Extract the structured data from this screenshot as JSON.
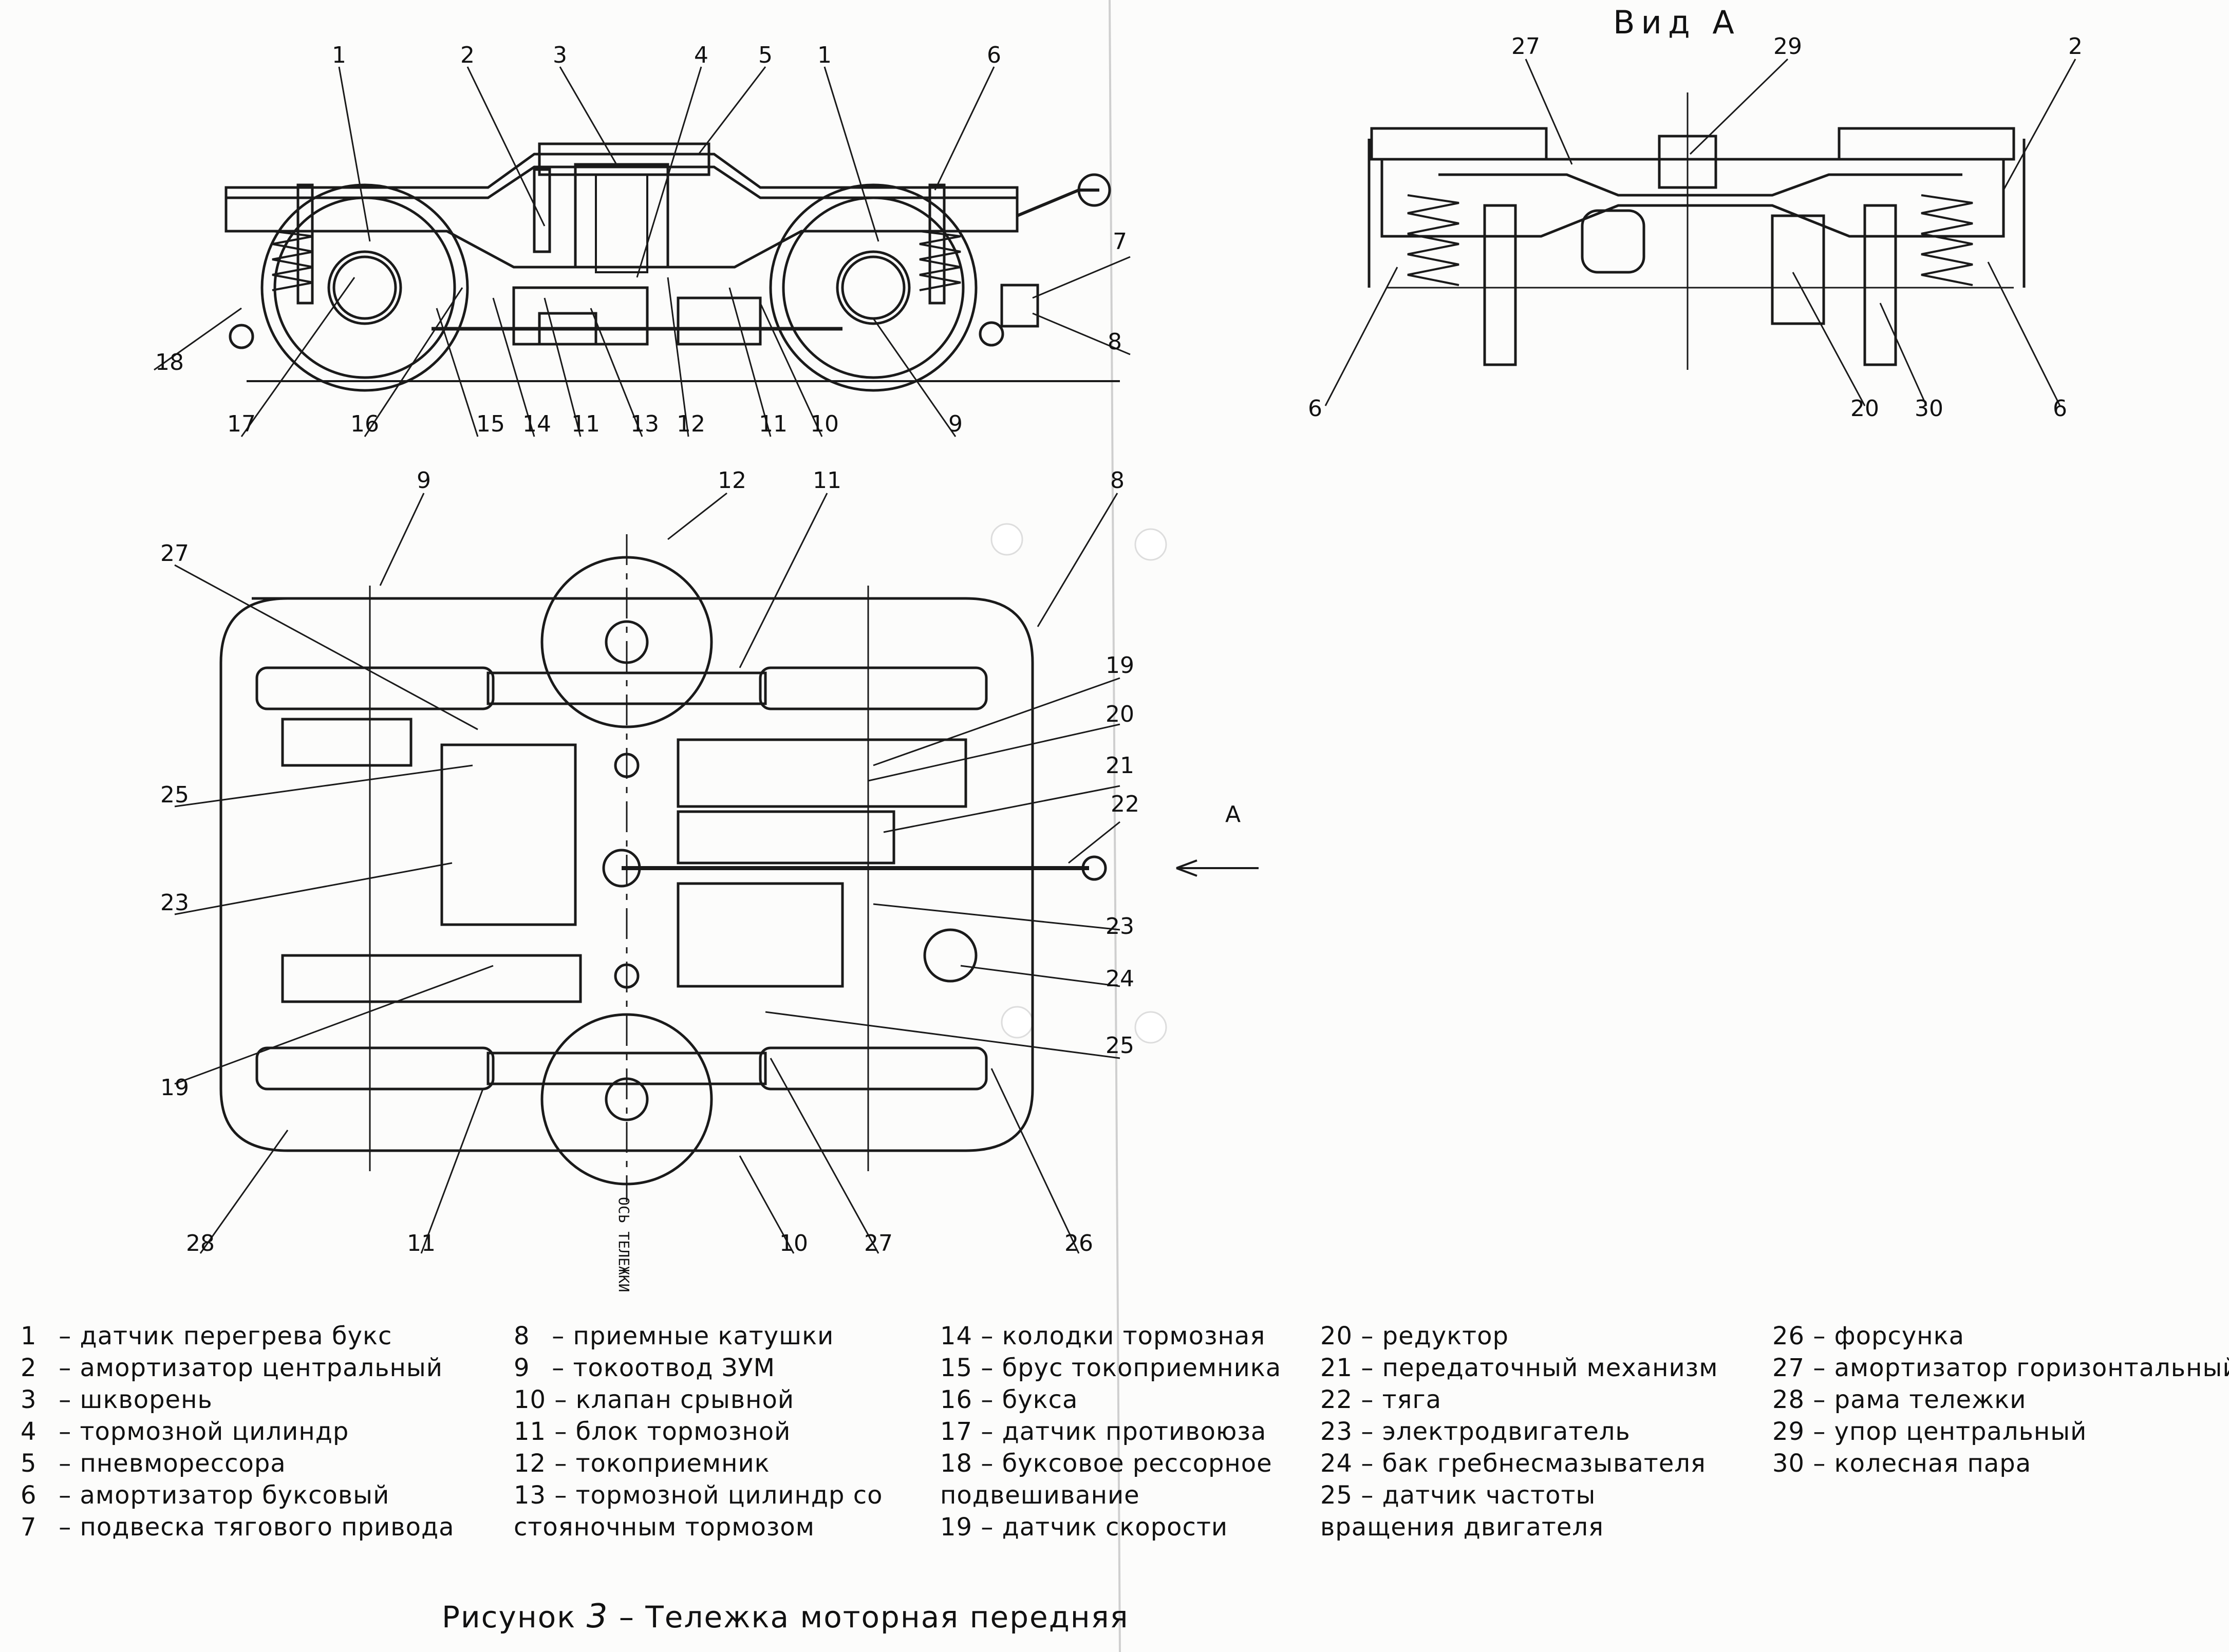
{
  "figure": {
    "view_a_title": "Вид А",
    "arrow_label": "А",
    "axis_label": "ОСЬ ТЕЛЕЖКИ",
    "caption_prefix": "Рисунок",
    "caption_number": "3",
    "caption_text": "– Тележка моторная передняя"
  },
  "side_view_callouts": {
    "top": [
      "1",
      "2",
      "3",
      "4",
      "5",
      "1",
      "6"
    ],
    "right": [
      "7",
      "8"
    ],
    "bottom": [
      "18",
      "17",
      "16",
      "15",
      "14",
      "11",
      "13",
      "12",
      "11",
      "10",
      "9"
    ]
  },
  "plan_view_callouts": {
    "top": [
      "9",
      "12",
      "11",
      "8"
    ],
    "left": [
      "27",
      "25",
      "23",
      "19"
    ],
    "right": [
      "19",
      "20",
      "21",
      "22",
      "23",
      "24",
      "25"
    ],
    "bottom": [
      "28",
      "11",
      "10",
      "27",
      "26"
    ]
  },
  "view_a_callouts": {
    "top": [
      "27",
      "29",
      "2"
    ],
    "bottom": [
      "6",
      "20",
      "30",
      "6"
    ]
  },
  "legend": {
    "col1": [
      {
        "num": "1",
        "text": "датчик перегрева букс"
      },
      {
        "num": "2",
        "text": "амортизатор центральный"
      },
      {
        "num": "3",
        "text": "шкворень"
      },
      {
        "num": "4",
        "text": "тормозной цилиндр"
      },
      {
        "num": "5",
        "text": "пневморессора"
      },
      {
        "num": "6",
        "text": "амортизатор буксовый"
      },
      {
        "num": "7",
        "text": "подвеска тягового привода"
      }
    ],
    "col2": [
      {
        "num": "8",
        "text": "приемные катушки"
      },
      {
        "num": "9",
        "text": "токоотвод ЗУМ"
      },
      {
        "num": "10",
        "text": "клапан срывной"
      },
      {
        "num": "11",
        "text": "блок тормозной"
      },
      {
        "num": "12",
        "text": "токоприемник"
      },
      {
        "num": "13",
        "text": "тормозной цилиндр со"
      },
      {
        "num": "",
        "text": "стояночным тормозом"
      }
    ],
    "col3": [
      {
        "num": "14",
        "text": "колодки тормозная"
      },
      {
        "num": "15",
        "text": "брус токоприемника"
      },
      {
        "num": "16",
        "text": "букса"
      },
      {
        "num": "17",
        "text": "датчик противоюза"
      },
      {
        "num": "18",
        "text": "буксовое рессорное"
      },
      {
        "num": "",
        "text": "подвешивание"
      },
      {
        "num": "19",
        "text": "датчик скорости"
      }
    ],
    "col4": [
      {
        "num": "20",
        "text": "редуктор"
      },
      {
        "num": "21",
        "text": "передаточный механизм"
      },
      {
        "num": "22",
        "text": "тяга"
      },
      {
        "num": "23",
        "text": "электродвигатель"
      },
      {
        "num": "24",
        "text": "бак гребнесмазывателя"
      },
      {
        "num": "25",
        "text": "датчик частоты"
      },
      {
        "num": "",
        "text": "вращения двигателя"
      }
    ],
    "col5": [
      {
        "num": "26",
        "text": "форсунка"
      },
      {
        "num": "27",
        "text": "амортизатор горизонтальный"
      },
      {
        "num": "28",
        "text": "рама тележки"
      },
      {
        "num": "29",
        "text": "упор центральный"
      },
      {
        "num": "30",
        "text": "колесная пара"
      }
    ]
  }
}
